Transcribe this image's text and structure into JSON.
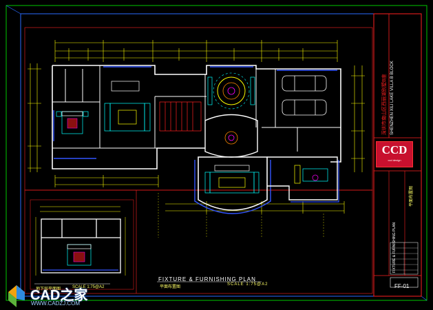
{
  "main_plan": {
    "title": "FIXTURE & FURNISHING PLAN",
    "title_cn": "平面布置图",
    "scale": "SCALE 1:75@A2"
  },
  "inset_plan": {
    "title_cn": "地下层平面图",
    "scale": "SCALE 1:75@A2"
  },
  "title_block": {
    "logo": "CCD",
    "logo_sub": "ccd design",
    "project_cn": "深圳市南山区西丽湖别墅B座",
    "project_en": "SHENZHEN XILI LAKE VILLA B BLOCK",
    "drawing_name_en": "FIXTURE & FURNISHING PLAN",
    "drawing_name_cn": "平面布置图",
    "drawing_no": "FF-01"
  },
  "watermark": {
    "brand_cn": "CAD之家",
    "url": "WWW.CADZJ.COM"
  },
  "colors": {
    "background": "#000000",
    "wall": "#ffffff",
    "dimension": "#ffff00",
    "furniture": "#00ffff",
    "window": "#3355ff",
    "accent": "#ff00ff",
    "frame_red": "#ff2020",
    "frame_green": "#00c800",
    "frame_blue": "#2a6bff"
  }
}
